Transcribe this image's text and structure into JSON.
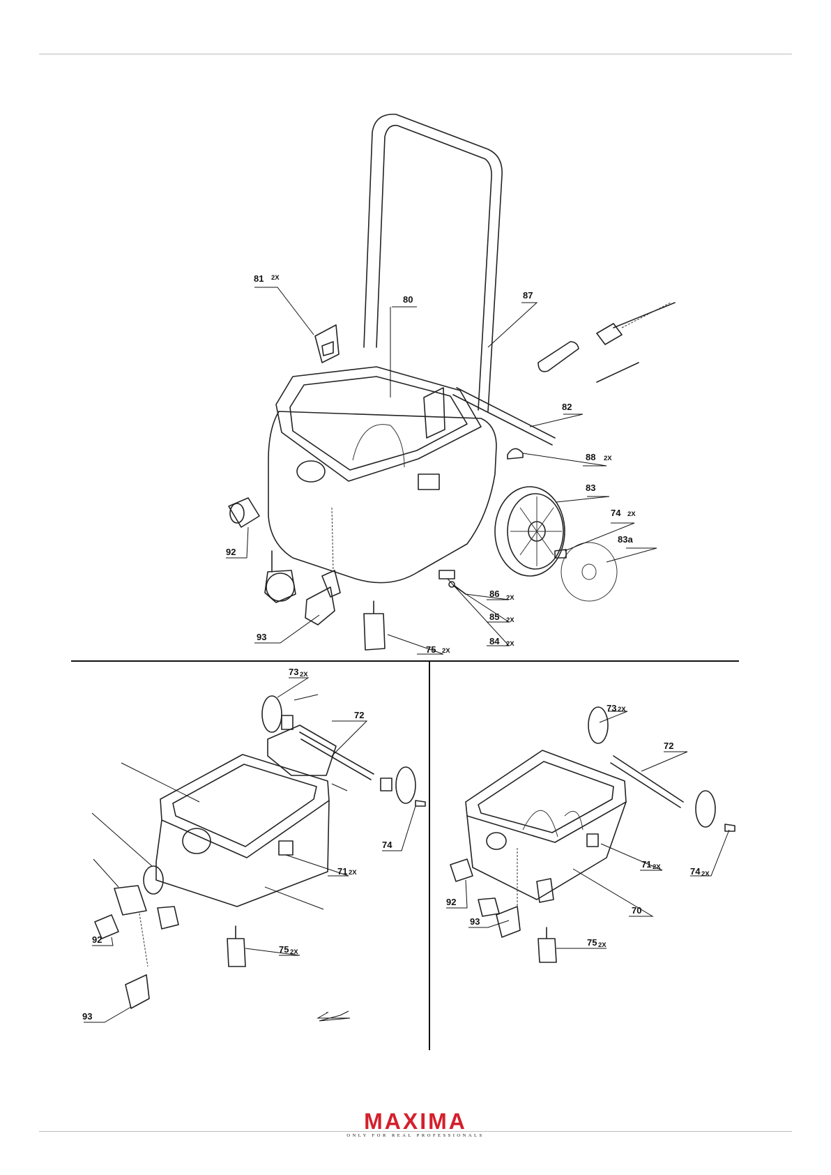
{
  "callouts": {
    "c81": {
      "num": "81",
      "qty": "2X"
    },
    "c80": {
      "num": "80",
      "qty": ""
    },
    "c87": {
      "num": "87",
      "qty": ""
    },
    "c82": {
      "num": "82",
      "qty": ""
    },
    "c88": {
      "num": "88",
      "qty": "2X"
    },
    "c83": {
      "num": "83",
      "qty": ""
    },
    "c74": {
      "num": "74",
      "qty": "2X"
    },
    "c83a": {
      "num": "83a",
      "qty": ""
    },
    "c92": {
      "num": "92",
      "qty": ""
    },
    "c93": {
      "num": "93",
      "qty": ""
    },
    "c86": {
      "num": "86",
      "qty": "2X"
    },
    "c85": {
      "num": "85",
      "qty": "2X"
    },
    "c84": {
      "num": "84",
      "qty": "2X"
    },
    "c75": {
      "num": "75",
      "qty": "2X"
    },
    "l73": {
      "num": "73",
      "qty": "2X"
    },
    "l72": {
      "num": "72",
      "qty": ""
    },
    "l74": {
      "num": "74",
      "qty": ""
    },
    "l71": {
      "num": "71",
      "qty": "2X"
    },
    "l92": {
      "num": "92",
      "qty": ""
    },
    "l93": {
      "num": "93",
      "qty": ""
    },
    "l75": {
      "num": "75",
      "qty": "2X"
    },
    "r73": {
      "num": "73",
      "qty": "2X"
    },
    "r72": {
      "num": "72",
      "qty": ""
    },
    "r71": {
      "num": "71",
      "qty": "2X"
    },
    "r74": {
      "num": "74",
      "qty": "2X"
    },
    "r92": {
      "num": "92",
      "qty": ""
    },
    "r70": {
      "num": "70",
      "qty": ""
    },
    "r93": {
      "num": "93",
      "qty": ""
    },
    "r75": {
      "num": "75",
      "qty": "2X"
    }
  },
  "brand": {
    "name": "MAXIMA",
    "tagline": "ONLY FOR REAL PROFESSIONALS",
    "color": "#d4202c"
  }
}
